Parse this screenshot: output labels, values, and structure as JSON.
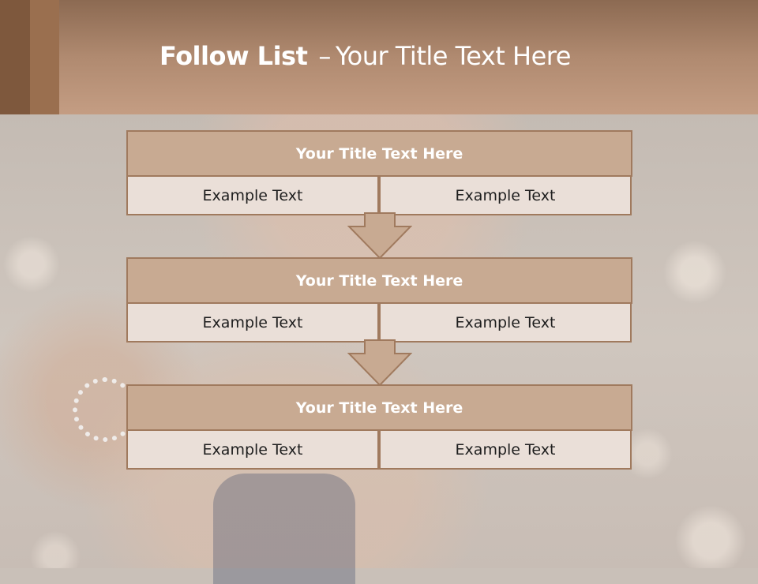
{
  "slide": {
    "title_bold": "Follow List",
    "title_separator": "–",
    "title_rest": "Your Title Text Here"
  },
  "steps": [
    {
      "heading": "Your Title Text Here",
      "left": "Example Text",
      "right": "Example Text"
    },
    {
      "heading": "Your Title Text Here",
      "left": "Example Text",
      "right": "Example Text"
    },
    {
      "heading": "Your Title Text Here",
      "left": "Example Text",
      "right": "Example Text"
    }
  ],
  "colors": {
    "header": "#b08a70",
    "box_fill": "#c8aa92",
    "box_border": "#a07a5e",
    "cell_fill": "#eadfd8"
  }
}
